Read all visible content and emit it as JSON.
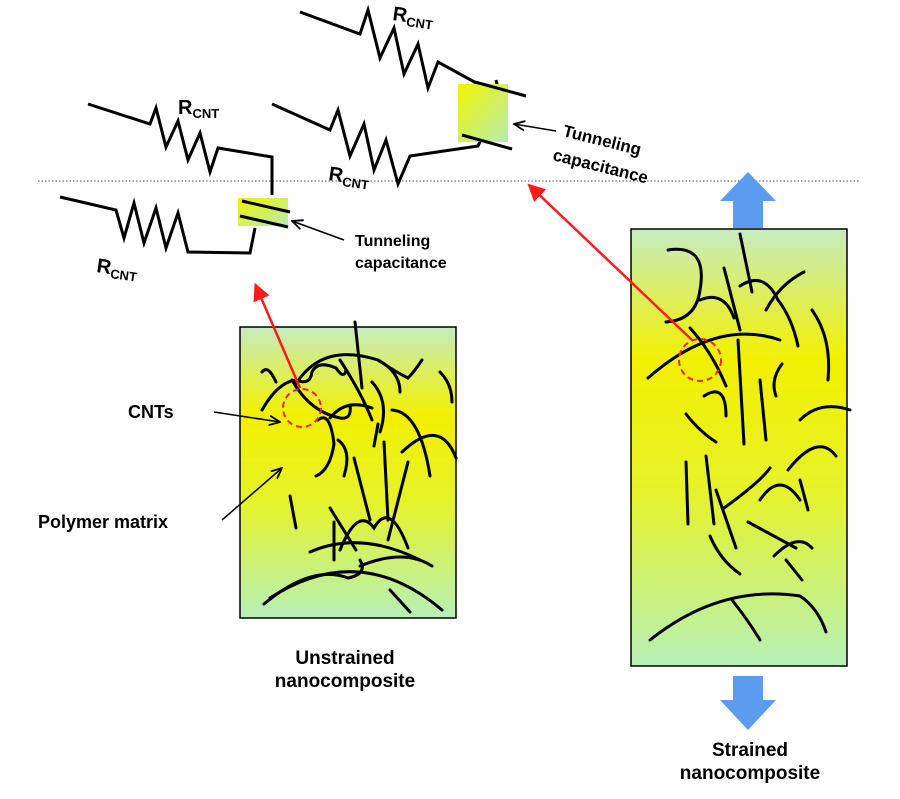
{
  "labels": {
    "r_main": "R",
    "r_sub": "CNT",
    "tunneling_line1": "Tunneling",
    "tunneling_line2": "capacitance",
    "cnts": "CNTs",
    "polymer_matrix": "Polymer matrix",
    "unstrained_line1": "Unstrained",
    "unstrained_line2": "nanocomposite",
    "strained_line1": "Strained",
    "strained_line2": "nanocomposite"
  },
  "colors": {
    "composite_top": "#c6ecc0",
    "composite_mid": "#f2f000",
    "composite_bottom": "#b6f0b6",
    "connection_arrow": "#ff1a1a",
    "strain_arrow": "#5b9bf0",
    "capacitor_fill": "#e9f25a",
    "cnt_stroke": "#000000",
    "contact_circle": "#e8242a"
  }
}
